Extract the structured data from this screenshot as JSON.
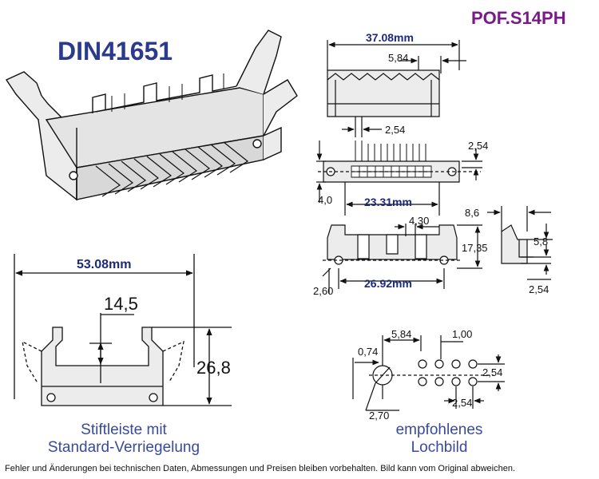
{
  "header": {
    "title": "DIN41651",
    "product_code": "POF.S14PH"
  },
  "dimensions": {
    "top_width": "37.08mm",
    "top_pitch_group": "5,84",
    "top_pitch": "2,54",
    "side_height_small": "2,54",
    "pcb_offset": "4,0",
    "inner_width": "23.31mm",
    "inner_offset": "4,30",
    "side_depth": "8,6",
    "side_height": "17,35",
    "side_pin_h": "5,8",
    "side_pin_pitch": "2,54",
    "bottom_offset": "2,60",
    "mount_width": "26.92mm",
    "front_width": "53.08mm",
    "front_inner": "14,5",
    "front_height": "26,8",
    "hole_group": "5,84",
    "hole_dia_small": "1,00",
    "hole_dia_mount": "0,74",
    "hole_pitch_v": "2,54",
    "hole_pitch_h": "2,54",
    "hole_mount_dia": "2,70"
  },
  "captions": {
    "front_line1": "Stiftleiste mit",
    "front_line2": "Standard-Verriegelung",
    "holes_line1": "empfohlenes",
    "holes_line2": "Lochbild"
  },
  "footer": {
    "disclaimer": "Fehler und Änderungen bei technischen Daten, Abmessungen und Preisen bleiben vorbehalten. Bild kann vom Original abweichen."
  },
  "colors": {
    "title": "#2b3a8c",
    "product_code": "#7a1a8a",
    "caption": "#3a4a9a",
    "line": "#111111",
    "part_fill": "#e9e9e9"
  }
}
